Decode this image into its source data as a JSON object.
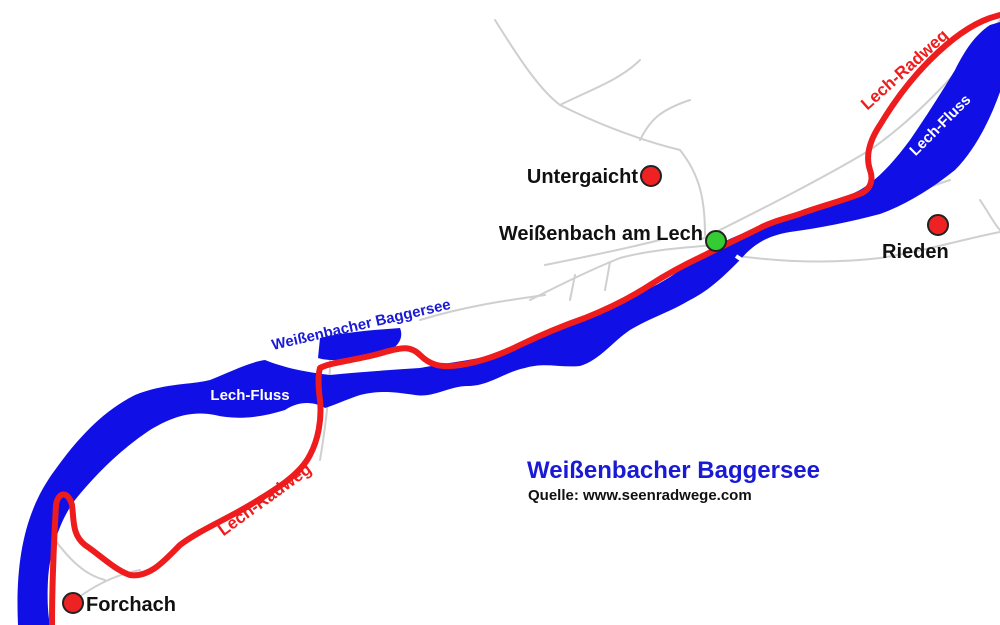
{
  "map": {
    "title": "Weißenbacher Baggersee",
    "source": "Quelle: www.seenradwege.com",
    "colors": {
      "water": "#1010e6",
      "route": "#ee1c1c",
      "road": "#cfcfcf",
      "title": "#1a1ad6",
      "town_marker": "#ee2222",
      "current_marker": "#33cc33"
    },
    "towns": [
      {
        "name": "Untergaicht",
        "marker": "red"
      },
      {
        "name": "Weißenbach am Lech",
        "marker": "green"
      },
      {
        "name": "Rieden",
        "marker": "red"
      },
      {
        "name": "Forchach",
        "marker": "red"
      }
    ],
    "water_labels": {
      "river_west": "Lech-Fluss",
      "river_east": "Lech-Fluss",
      "lake": "Weißenbacher Baggersee"
    },
    "route_labels": {
      "northeast": "Lech-Radweg",
      "southwest": "Lech-Radweg"
    }
  }
}
